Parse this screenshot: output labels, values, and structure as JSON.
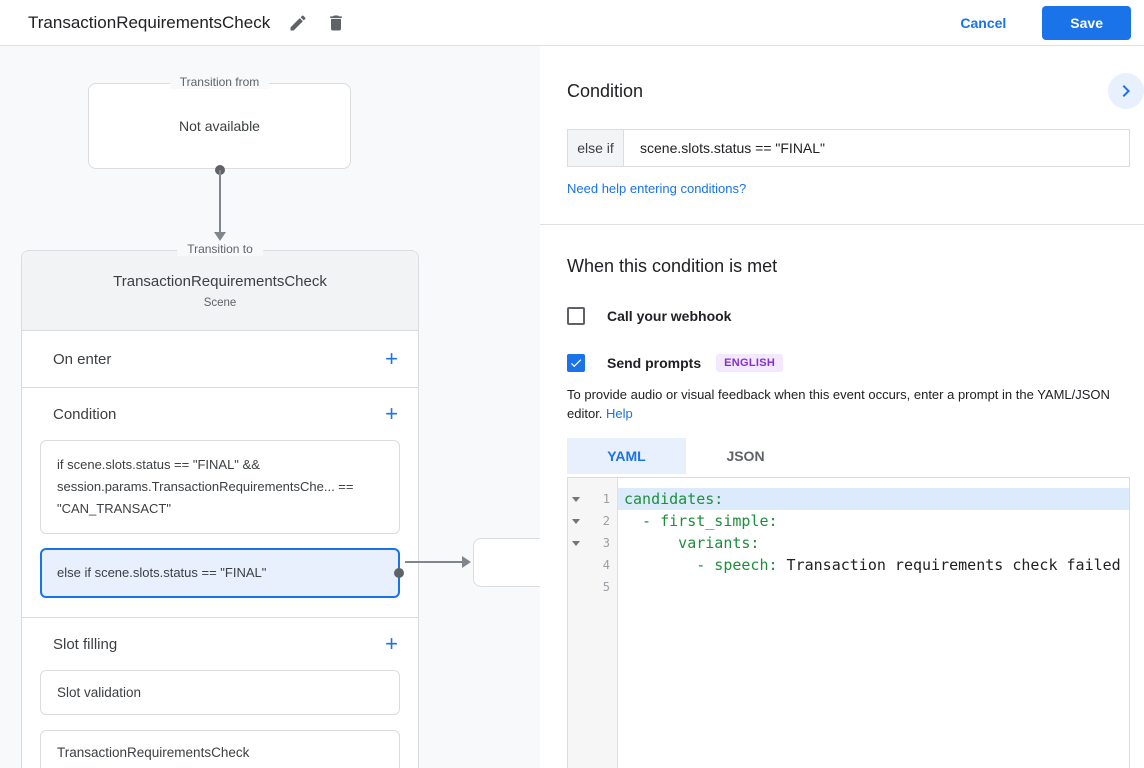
{
  "colors": {
    "accent": "#1a73e8",
    "selected_bg": "#e8f0fe",
    "badge_bg": "#f3e8fd",
    "badge_text": "#8430ce",
    "yaml_key": "#1e8e3e"
  },
  "topbar": {
    "title": "TransactionRequirementsCheck",
    "cancel_label": "Cancel",
    "save_label": "Save"
  },
  "canvas": {
    "transition_from": {
      "label": "Transition from",
      "value": "Not available"
    },
    "transition_to": {
      "label": "Transition to",
      "title": "TransactionRequirementsCheck",
      "subtitle": "Scene",
      "on_enter_label": "On enter",
      "condition_label": "Condition",
      "conditions": [
        {
          "text": "if scene.slots.status == \"FINAL\" && session.params.TransactionRequirementsChe... == \"CAN_TRANSACT\""
        },
        {
          "text": "else if scene.slots.status == \"FINAL\""
        }
      ],
      "slot_filling_label": "Slot filling",
      "slots": [
        {
          "text": "Slot validation"
        },
        {
          "text": "TransactionRequirementsCheck"
        }
      ]
    }
  },
  "panel": {
    "header": "Condition",
    "condition_row": {
      "prefix": "else if",
      "value": "scene.slots.status == \"FINAL\""
    },
    "help_link": "Need help entering conditions?",
    "when_met": {
      "heading": "When this condition is met",
      "webhook_label": "Call your webhook",
      "prompts_label": "Send prompts",
      "language_badge": "ENGLISH",
      "description": "To provide audio or visual feedback when this event occurs, enter a prompt in the YAML/JSON editor.",
      "description_link": "Help"
    },
    "tabs": {
      "yaml": "YAML",
      "json": "JSON"
    },
    "editor": {
      "lines": [
        {
          "num": "1",
          "key": "candidates:",
          "rest": ""
        },
        {
          "num": "2",
          "key": "  - first_simple:",
          "rest": ""
        },
        {
          "num": "3",
          "key": "      variants:",
          "rest": ""
        },
        {
          "num": "4",
          "key": "        - speech:",
          "rest": " Transaction requirements check failed"
        },
        {
          "num": "5",
          "key": "",
          "rest": ""
        }
      ]
    }
  }
}
